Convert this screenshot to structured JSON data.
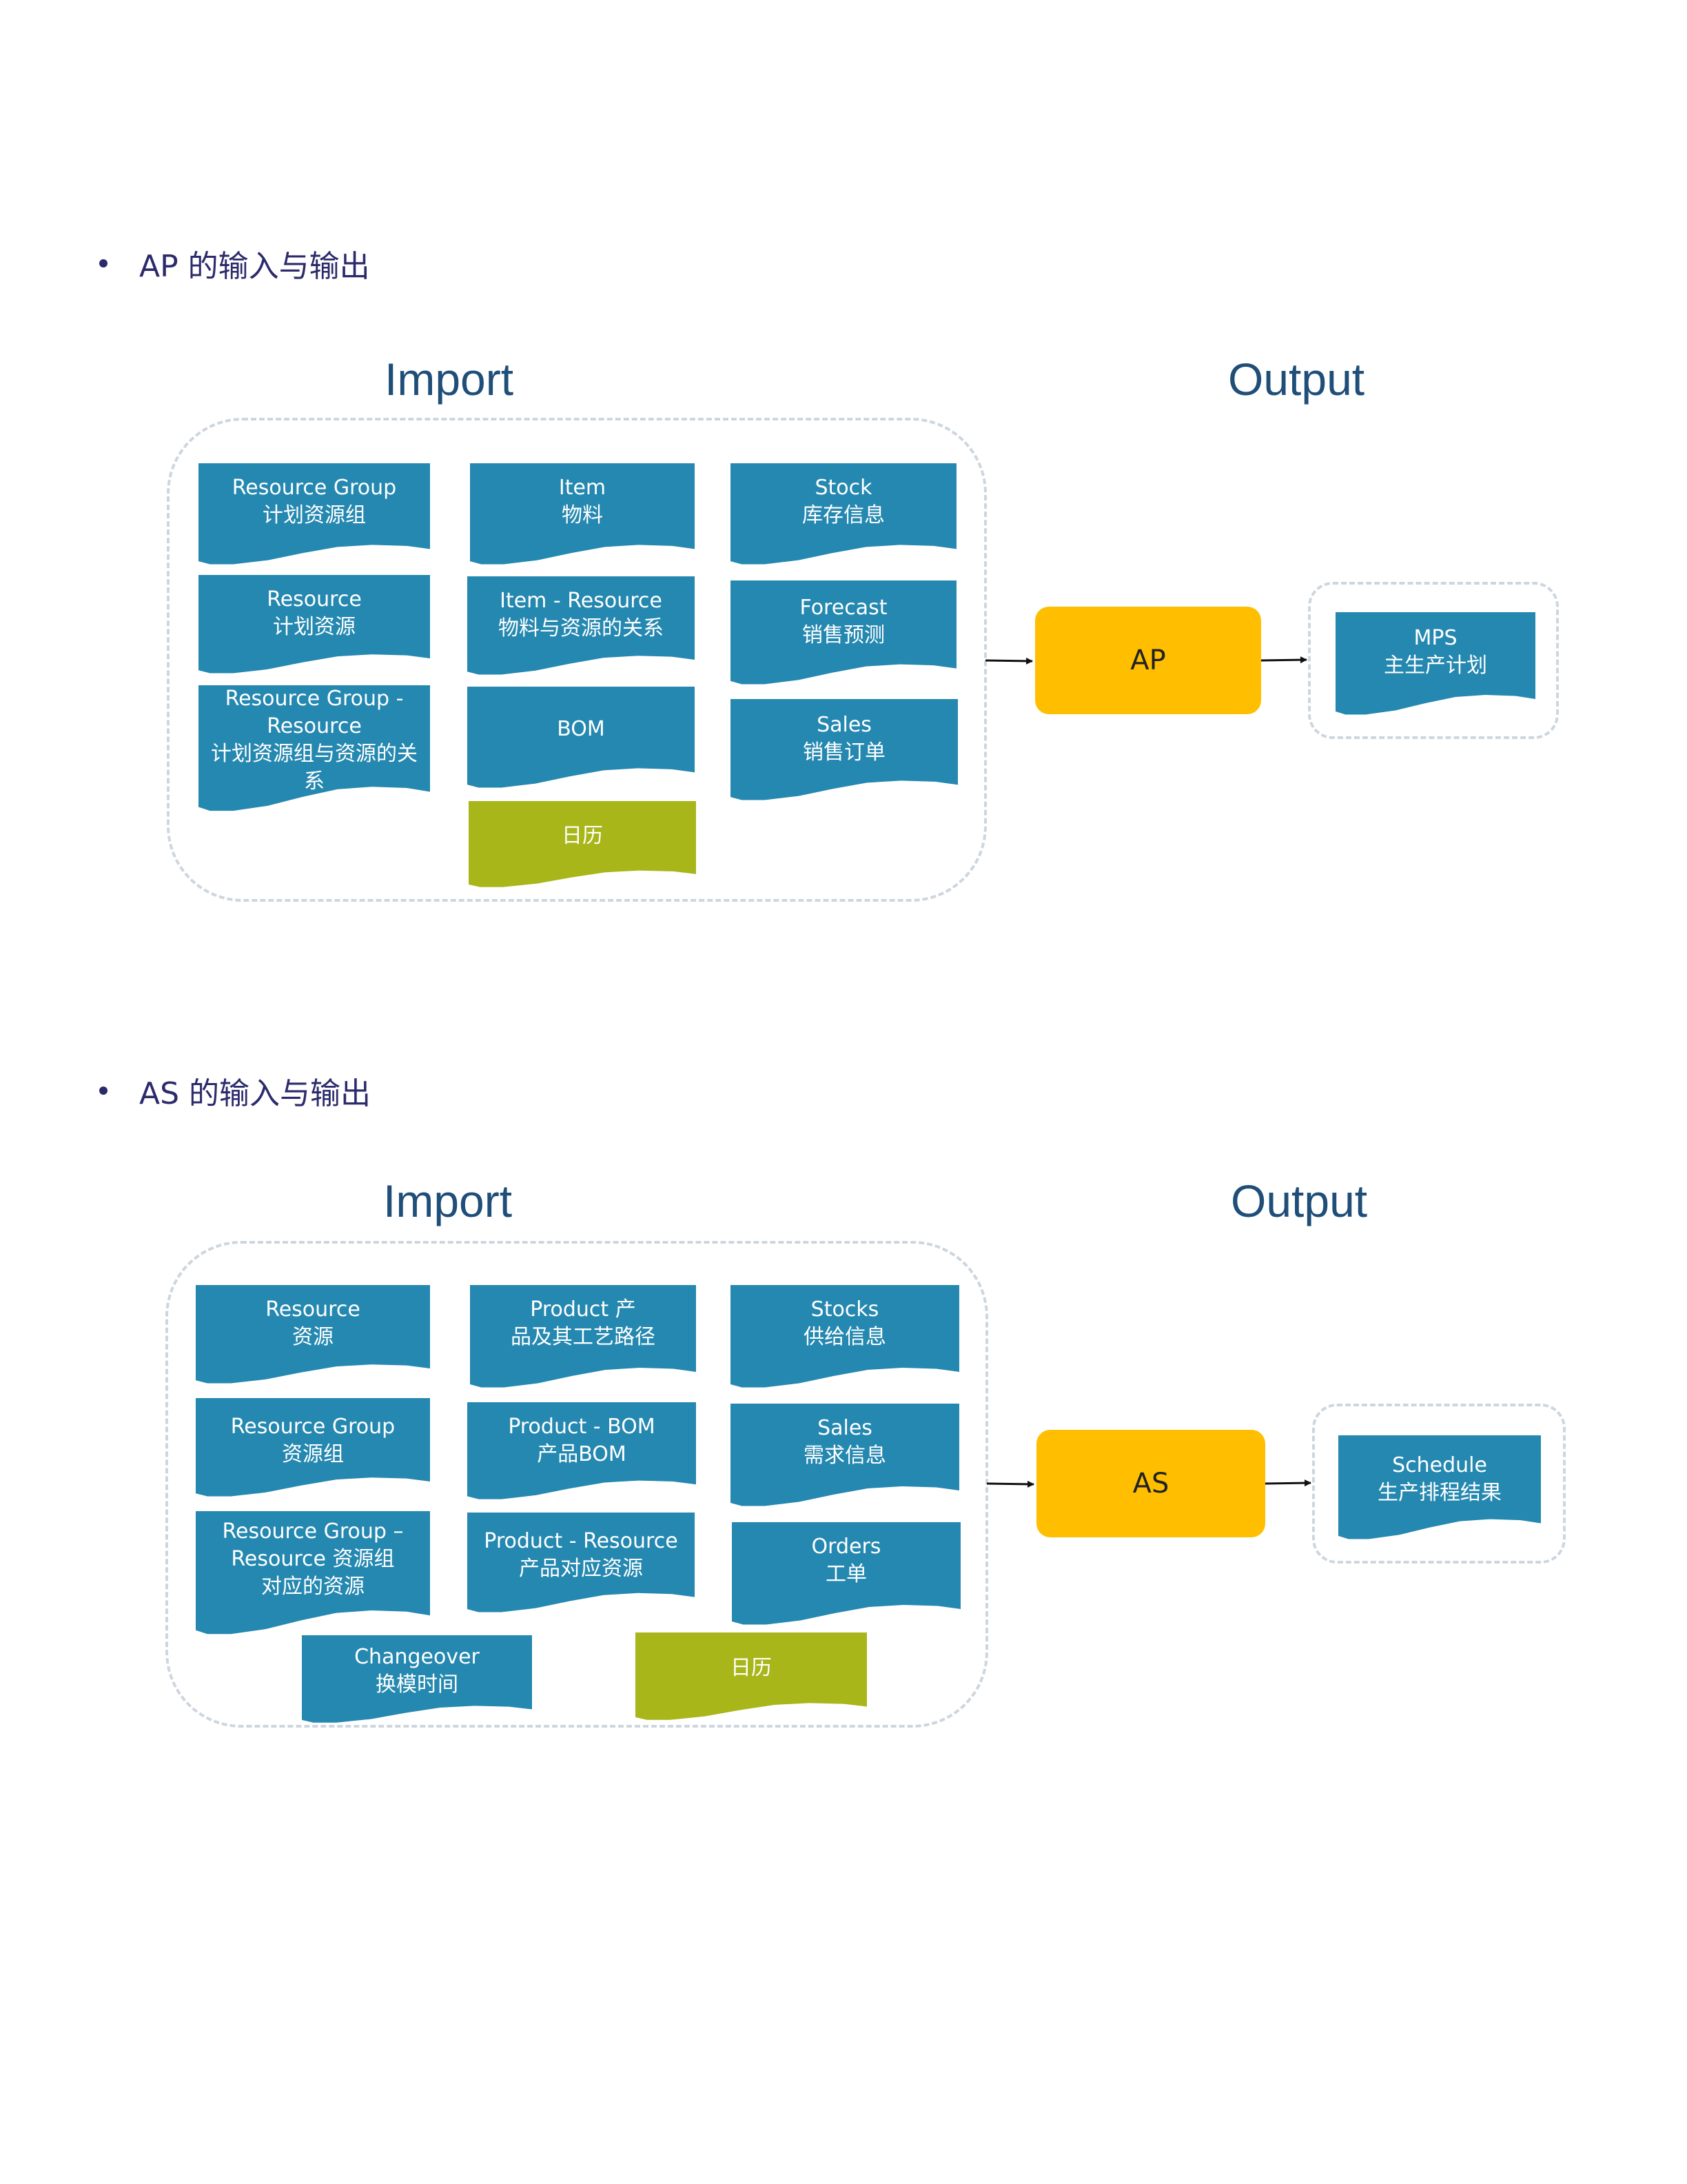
{
  "sections": [
    {
      "bullet": "AP 的输入与输出",
      "import_label": "Import",
      "output_label": "Output",
      "engine": "AP",
      "inputs": [
        {
          "l1": "Resource Group",
          "l2": "计划资源组"
        },
        {
          "l1": "Item",
          "l2": "物料"
        },
        {
          "l1": "Stock",
          "l2": "库存信息"
        },
        {
          "l1": "Resource",
          "l2": "计划资源"
        },
        {
          "l1": "Item - Resource",
          "l2": "物料与资源的关系"
        },
        {
          "l1": "Forecast",
          "l2": "销售预测"
        },
        {
          "l1": "Resource Group -",
          "l2": "Resource",
          "l3": "计划资源组与资源的关",
          "l4": "系"
        },
        {
          "l1": "BOM"
        },
        {
          "l1": "Sales",
          "l2": "销售订单"
        },
        {
          "l1": "日历"
        }
      ],
      "output": {
        "l1": "MPS",
        "l2": "主生产计划"
      }
    },
    {
      "bullet": "AS 的输入与输出",
      "import_label": "Import",
      "output_label": "Output",
      "engine": "AS",
      "inputs": [
        {
          "l1": "Resource",
          "l2": "资源"
        },
        {
          "l1": "Product 产",
          "l2": "品及其工艺路径"
        },
        {
          "l1": "Stocks",
          "l2": "供给信息"
        },
        {
          "l1": "Resource Group",
          "l2": "资源组"
        },
        {
          "l1": "Product - BOM",
          "l2": "产品BOM"
        },
        {
          "l1": "Sales",
          "l2": "需求信息"
        },
        {
          "l1": "Resource Group –",
          "l2": "Resource 资源组",
          "l3": "对应的资源"
        },
        {
          "l1": "Product - Resource",
          "l2": "产品对应资源"
        },
        {
          "l1": "Orders",
          "l2": "工单"
        },
        {
          "l1": "Changeover",
          "l2": "换模时间"
        },
        {
          "l1": "日历"
        }
      ],
      "output": {
        "l1": "Schedule",
        "l2": "生产排程结果"
      }
    }
  ],
  "colors": {
    "doc_blue": "#2588b0",
    "doc_green": "#a8b61a",
    "engine": "#ffbf00",
    "heading": "#1f4e79",
    "bullet": "#2b2b6b"
  }
}
